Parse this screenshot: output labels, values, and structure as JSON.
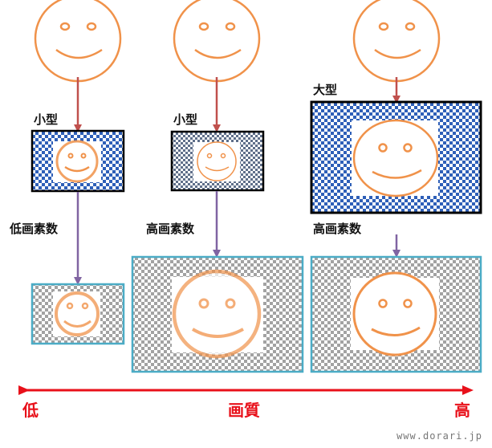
{
  "labels": {
    "small_1": "小型",
    "small_2": "小型",
    "large_3": "大型",
    "low_pixels": "低画素数",
    "high_pixels_2": "高画素数",
    "high_pixels_3": "高画素数"
  },
  "quality_axis": {
    "low": "低",
    "center": "画質",
    "high": "高"
  },
  "credit": "www.dorari.jp",
  "colors": {
    "face": "#f0924a",
    "red_arrow": "#c0504d",
    "purple_arrow": "#8064a2",
    "sensor_border": "#000000",
    "photo_border": "#4bacc6",
    "quality_arrow": "#e8101a",
    "check_blue": "#2e5fb8",
    "check_gray": "#9a9a9a"
  }
}
